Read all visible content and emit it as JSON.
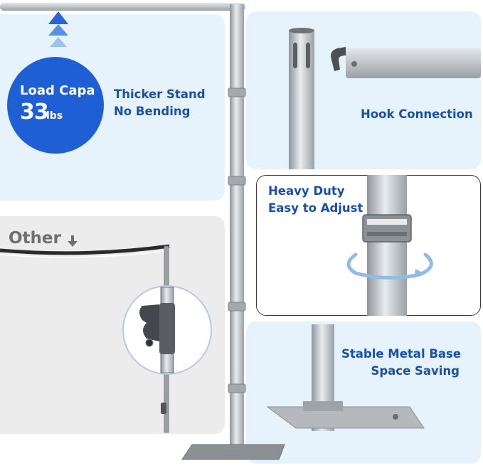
{
  "load_capacity": {
    "heading": "Load Capa",
    "value": "33",
    "unit": "lbs"
  },
  "features": {
    "thicker_stand": [
      "Thicker Stand",
      "No Bending"
    ],
    "hook_connection": "Hook Connection",
    "heavy_duty": [
      "Heavy Duty",
      "Easy to Adjust"
    ],
    "stable_base": [
      "Stable Metal Base",
      "Space Saving"
    ]
  },
  "comparison": {
    "other_label": "Other"
  },
  "colors": {
    "accent_blue": "#1f5fd6",
    "label_text": "#1a4fa8",
    "panel_blue": "#e6f3fc",
    "panel_gray": "#ececec"
  },
  "icons": [
    "triple-up-arrow-icon",
    "down-arrow-icon",
    "rotation-arrow-icon"
  ]
}
